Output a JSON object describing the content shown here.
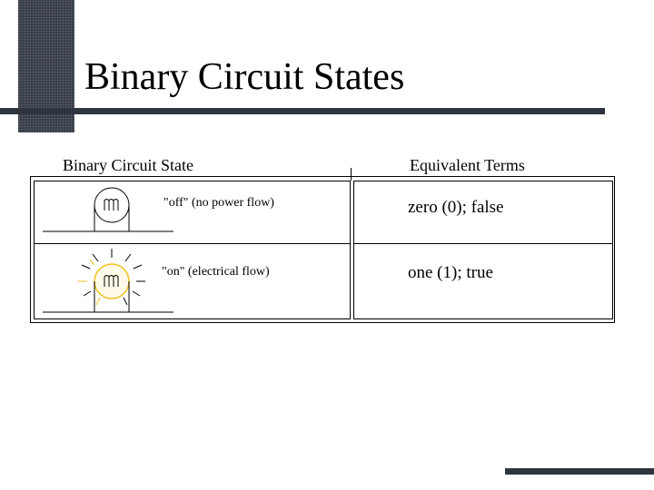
{
  "slide": {
    "title": "Binary Circuit States"
  },
  "table": {
    "headers": {
      "state": "Binary Circuit State",
      "terms": "Equivalent Terms"
    },
    "rows": [
      {
        "state_desc": "\"off\" (no power flow)",
        "terms": "zero (0);  false",
        "bulb": "bulb-off"
      },
      {
        "state_desc": "\"on\" (electrical flow)",
        "terms": "one (1);  true",
        "bulb": "bulb-on"
      }
    ]
  },
  "colors": {
    "dark": "#2e3440",
    "glow": "#f0c020",
    "ray": "#000000"
  }
}
